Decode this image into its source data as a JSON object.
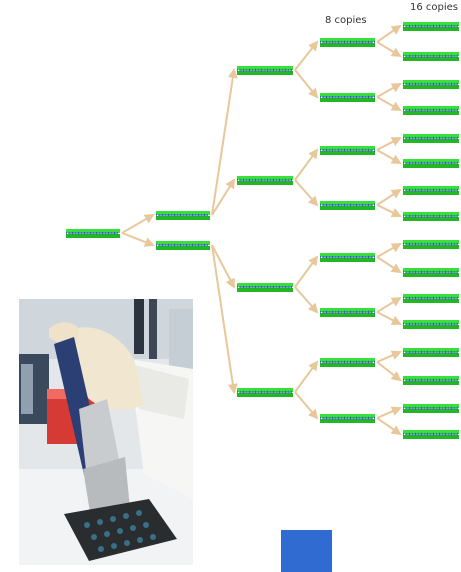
{
  "diagram": {
    "column_labels": {
      "eight": "8 copies",
      "sixteen": "16 copies"
    },
    "colors": {
      "dna_strand": "#39e03a",
      "dna_strand_dark": "#22b823",
      "dna_base_marks": "#1f3fcf",
      "arrow": "#e8c79a",
      "accent_square": "#2f6bd0"
    }
  },
  "photo": {
    "subject": "gloved-hand-multichannel-pipette-96-well-plate"
  }
}
